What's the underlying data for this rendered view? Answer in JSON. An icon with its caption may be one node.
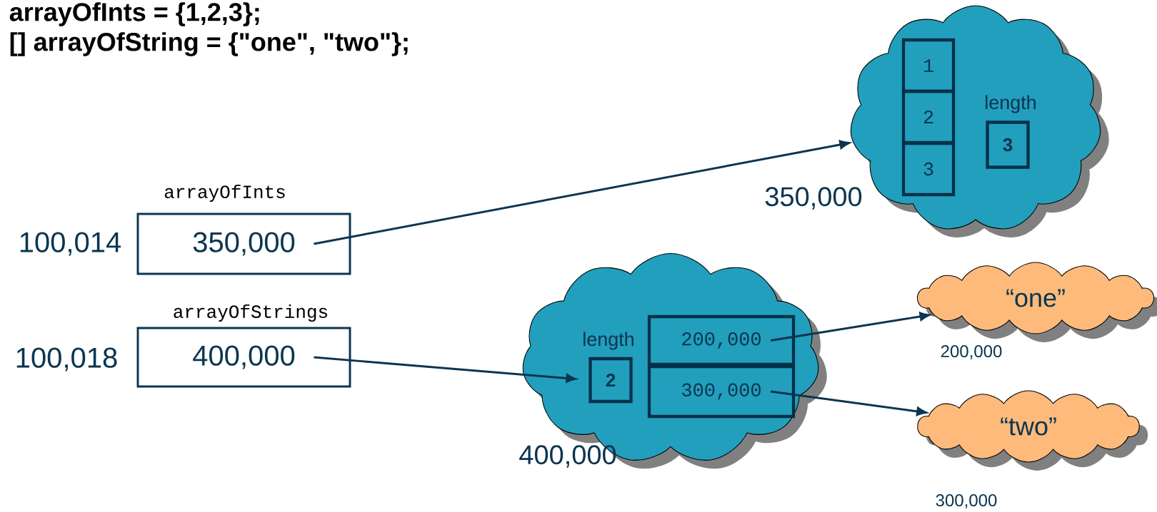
{
  "diagram": {
    "nodes": [
      {
        "text": [
          "arrayOfInts",
          "350,000"
        ],
        "beside": [
          "100,014"
        ]
      },
      {
        "text": [
          "arrayOfStrings",
          "400,000"
        ],
        "beside": [
          "100,018"
        ]
      },
      {
        "text": [
          "length"
        ],
        "beside": [
          "350,000"
        ]
      },
      {
        "text": [
          "1"
        ],
        "in": 2
      },
      {
        "text": [
          "2"
        ],
        "in": 2
      },
      {
        "text": [
          "3"
        ],
        "in": 2
      },
      {
        "text": [
          "3"
        ],
        "in": 2
      },
      {
        "text": [
          "length"
        ],
        "beside": [
          "400,000"
        ]
      },
      {
        "text": [
          "2"
        ],
        "in": 7
      },
      {
        "text": [
          "200,000"
        ],
        "in": 7
      },
      {
        "text": [
          "300,000"
        ],
        "in": 7
      },
      {
        "text": [
          "“one”"
        ],
        "beside": [
          "200,000"
        ]
      },
      {
        "text": [
          "“two”"
        ],
        "beside": [
          "300,000"
        ]
      }
    ],
    "edges": [
      {
        "from": 0,
        "to": 2,
        "arrow": "to"
      },
      {
        "from": 1,
        "to": 8,
        "arrow": "to"
      },
      {
        "from": 9,
        "to": 11,
        "arrow": "to"
      },
      {
        "from": 10,
        "to": 12,
        "arrow": "to"
      }
    ],
    "labels": [
      "arrayOfInts = {1,2,3};",
      "[] arrayOfString = {\"one\", \"two\"};"
    ]
  }
}
